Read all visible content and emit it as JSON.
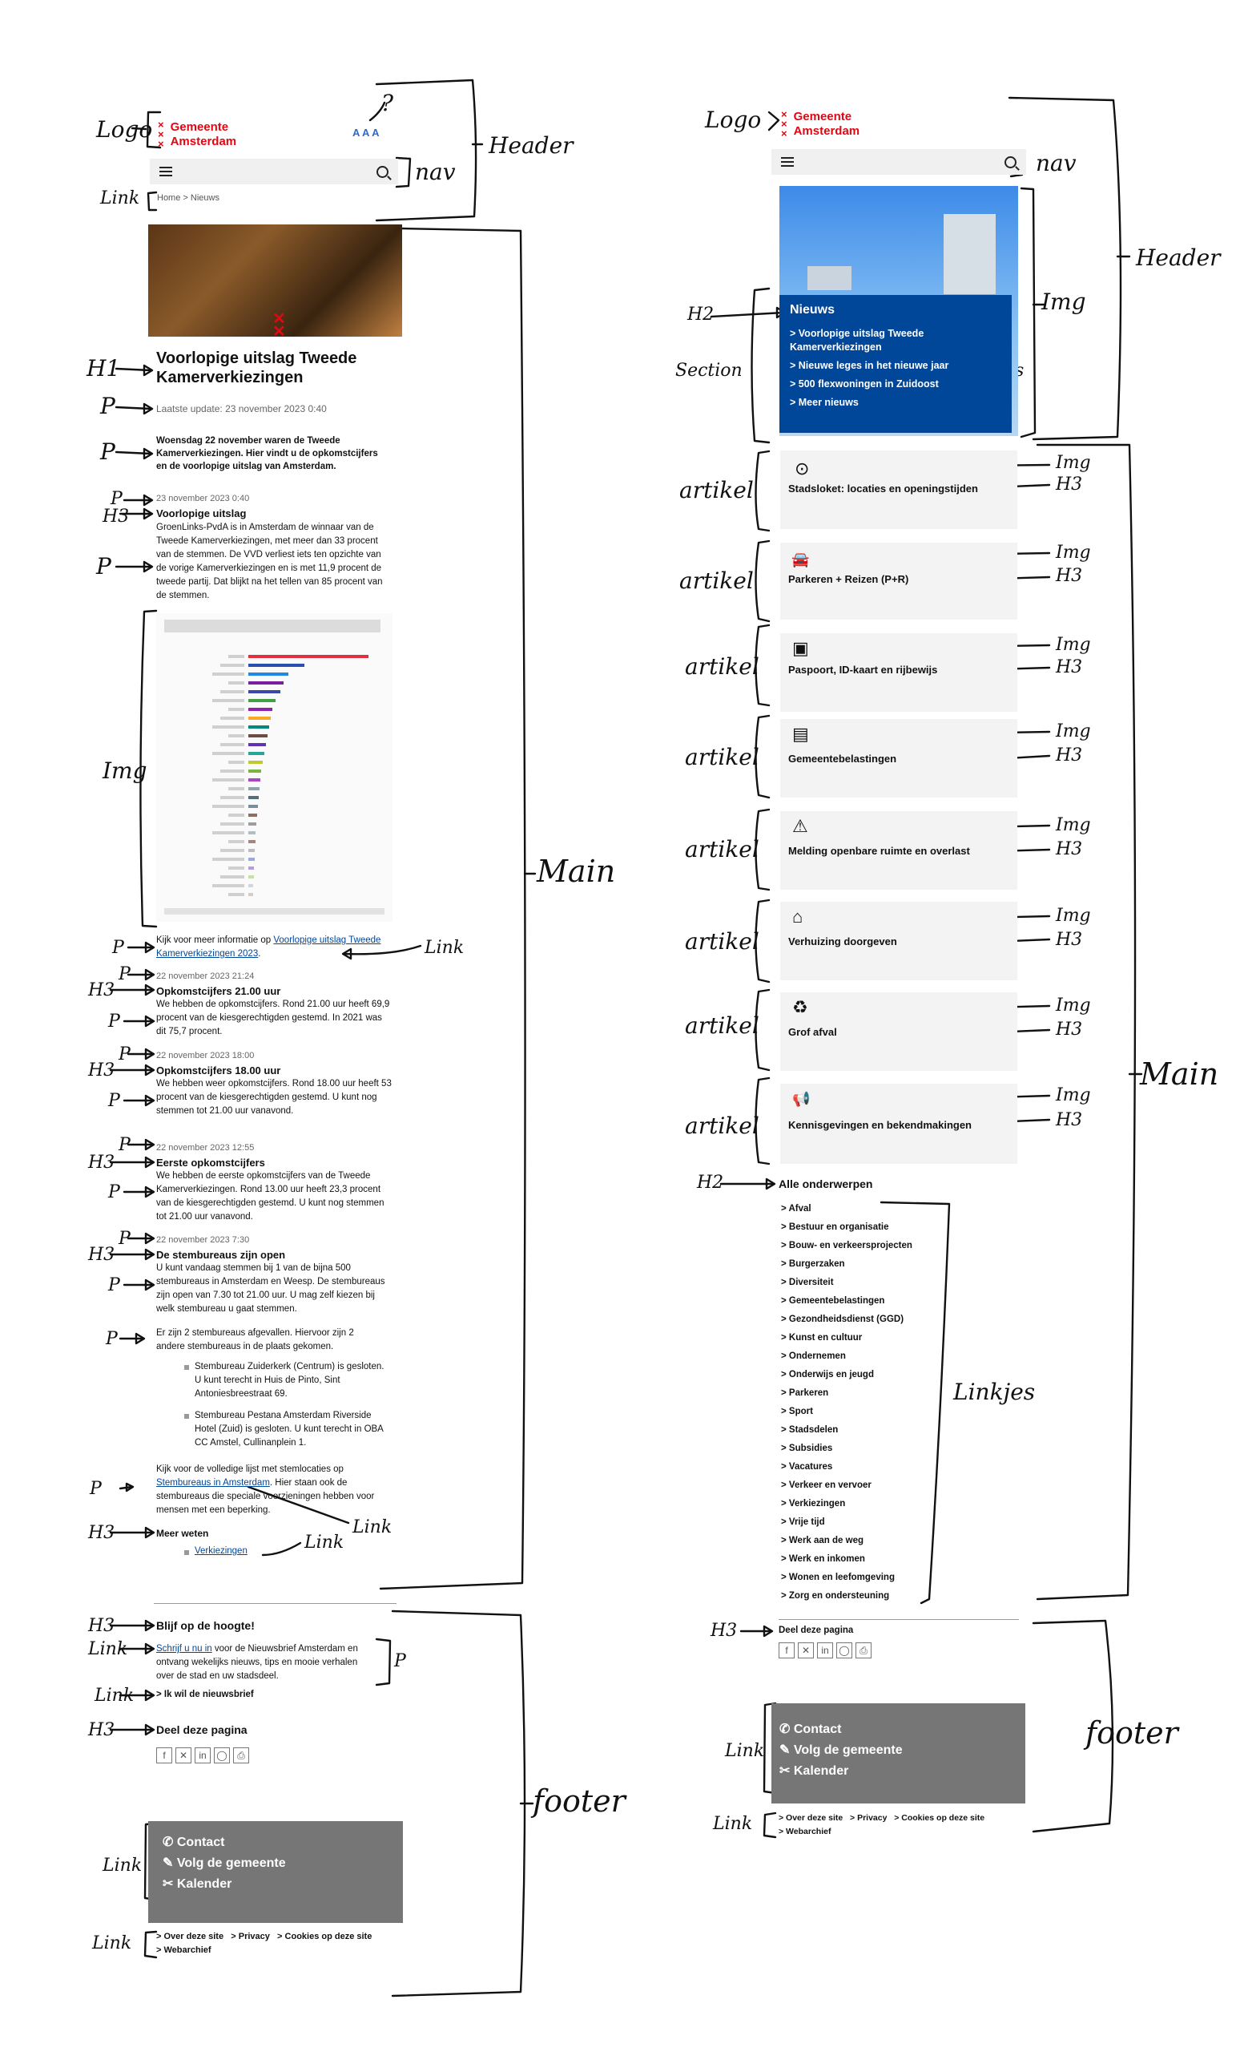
{
  "annotations": {
    "logo": "Logo",
    "nav": "nav",
    "header": "Header",
    "link": "Link",
    "h1": "H1",
    "p": "P",
    "h3": "H3",
    "h2": "H2",
    "img": "Img",
    "main": "Main",
    "footer": "footer",
    "section": "Section",
    "linkjes": "Linkjes",
    "artikel": "artikel",
    "question": "?"
  },
  "brand": {
    "line1": "Gemeente",
    "line2": "Amsterdam",
    "color": "#e30613"
  },
  "font_size_icon": "A A A",
  "left": {
    "breadcrumb": "Home  >  Nieuws",
    "title": "Voorlopige uitslag Tweede Kamerverkiezingen",
    "updated": "Laatste update: 23 november 2023 0:40",
    "intro": "Woensdag 22 november waren de Tweede Kamerverkiezingen. Hier vindt u de opkomstcijfers en de voorlopige uitslag van Amsterdam.",
    "items": [
      {
        "date": "23 november 2023 0:40",
        "heading": "Voorlopige uitslag",
        "text": "GroenLinks-PvdA is in Amsterdam de winnaar van de Tweede Kamerverkiezingen, met meer dan 33 procent van de stemmen. De VVD verliest iets ten opzichte van de vorige Kamerverkiezingen en is met 11,9 procent de tweede partij. Dat blijkt na het tellen van 85 procent van de stemmen."
      },
      {
        "date": "22 november 2023 21:24",
        "heading": "Opkomstcijfers 21.00 uur",
        "text": "We hebben de opkomstcijfers. Rond 21.00 uur heeft 69,9 procent van de kiesgerechtigden gestemd. In 2021 was dit 75,7 procent."
      },
      {
        "date": "22 november 2023 18:00",
        "heading": "Opkomstcijfers 18.00 uur",
        "text": "We hebben weer opkomstcijfers. Rond 18.00 uur heeft 53 procent van de kiesgerechtigden gestemd. U kunt nog stemmen tot 21.00 uur vanavond."
      },
      {
        "date": "22 november 2023 12:55",
        "heading": "Eerste opkomstcijfers",
        "text": "We hebben de eerste opkomstcijfers van de Tweede Kamerverkiezingen. Rond 13.00 uur heeft 23,3 procent van de kiesgerechtigden gestemd. U kunt nog stemmen tot 21.00 uur vanavond."
      },
      {
        "date": "22 november 2023 7:30",
        "heading": "De stembureaus zijn open",
        "text": "U kunt vandaag stemmen bij 1 van de bijna 500 stembureaus in Amsterdam en Weesp. De stembureaus zijn open van 7.30 tot 21.00 uur. U mag zelf kiezen bij welk stembureau u gaat stemmen."
      }
    ],
    "more_info_prefix": "Kijk voor meer informatie op ",
    "more_info_link": "Voorlopige uitslag Tweede Kamerverkiezingen 2023",
    "more_info_suffix": ".",
    "closed_text": "Er zijn 2 stembureaus afgevallen. Hiervoor zijn 2 andere stembureaus in de plaats gekomen.",
    "bullets": [
      "Stembureau Zuiderkerk (Centrum) is gesloten. U kunt terecht in Huis de Pinto, Sint Antoniesbreestraat 69.",
      "Stembureau Pestana Amsterdam Riverside Hotel (Zuid) is gesloten. U kunt terecht in OBA CC Amstel, Cullinanplein 1."
    ],
    "list_prefix": "Kijk voor de volledige lijst met stemlocaties op ",
    "list_link": "Stembureaus in Amsterdam",
    "list_suffix": ". Hier staan ook de stembureaus die speciale voorzieningen hebben voor mensen met een beperking.",
    "meer_weten": "Meer weten",
    "meer_link": "Verkiezingen",
    "blijf": "Blijf op de hoogte!",
    "newsletter_link": "Schrijf u nu in",
    "newsletter_text": " voor de Nieuwsbrief Amsterdam en ontvang wekelijks nieuws, tips en mooie verhalen over de stad en uw stadsdeel.",
    "newsletter_cta": "> Ik wil de nieuwsbrief",
    "share_title": "Deel deze pagina"
  },
  "footer": {
    "items": [
      "Contact",
      "Volg de gemeente",
      "Kalender"
    ],
    "links_row1": [
      ">  Over deze site",
      ">  Privacy",
      ">  Cookies op deze site"
    ],
    "links_row2": ">  Webarchief"
  },
  "right": {
    "news_title": "Nieuws",
    "news_items": [
      ">  Voorlopige uitslag Tweede Kamerverkiezingen",
      ">  Nieuwe leges in het nieuwe jaar",
      ">  500 flexwoningen in Zuidoost",
      ">  Meer nieuws"
    ],
    "tiles": [
      {
        "icon": "location-pin-icon",
        "glyph": "⊙",
        "label": "Stadsloket: locaties en openingstijden"
      },
      {
        "icon": "car-icon",
        "glyph": "🚘",
        "label": "Parkeren + Reizen (P+R)"
      },
      {
        "icon": "id-card-icon",
        "glyph": "▣",
        "label": "Paspoort, ID-kaart en rijbewijs"
      },
      {
        "icon": "document-icon",
        "glyph": "▤",
        "label": "Gemeentebelastingen"
      },
      {
        "icon": "warning-icon",
        "glyph": "⚠",
        "label": "Melding openbare ruimte en overlast"
      },
      {
        "icon": "house-icon",
        "glyph": "⌂",
        "label": "Verhuizing doorgeven"
      },
      {
        "icon": "bin-icon",
        "glyph": "♻",
        "label": "Grof afval"
      },
      {
        "icon": "megaphone-icon",
        "glyph": "📢",
        "label": "Kennisgevingen en bekendmakingen"
      }
    ],
    "all_title": "Alle onderwerpen",
    "topics": [
      "Afval",
      "Bestuur en organisatie",
      "Bouw- en verkeersprojecten",
      "Burgerzaken",
      "Diversiteit",
      "Gemeentebelastingen",
      "Gezondheidsdienst (GGD)",
      "Kunst en cultuur",
      "Ondernemen",
      "Onderwijs en jeugd",
      "Parkeren",
      "Sport",
      "Stadsdelen",
      "Subsidies",
      "Vacatures",
      "Verkeer en vervoer",
      "Verkiezingen",
      "Vrije tijd",
      "Werk aan de weg",
      "Werk en inkomen",
      "Wonen en leefomgeving",
      "Zorg en ondersteuning"
    ],
    "share_title": "Deel deze pagina"
  },
  "colors": {
    "blue": "#004699",
    "red": "#e30613",
    "tile": "#f3f3f3",
    "footer": "#767676"
  }
}
